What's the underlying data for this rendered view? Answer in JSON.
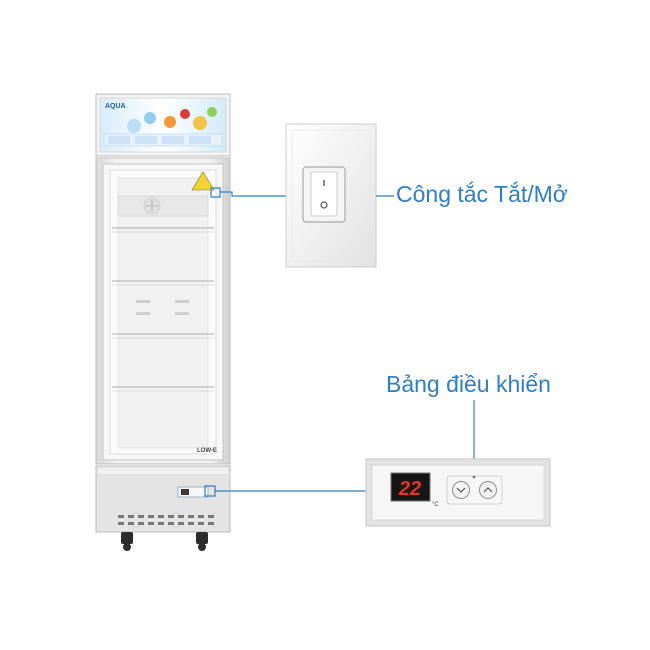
{
  "callouts": {
    "switch_label": "Công tắc Tắt/Mở",
    "panel_label": "Bảng điều khiển"
  },
  "fridge": {
    "brand": "AQUA",
    "glass_label": "LOW-E"
  },
  "control_panel": {
    "display_value": "22",
    "unit": "°C",
    "buttons": [
      "down",
      "up"
    ]
  },
  "colors": {
    "callout_blue": "#2f7fc4",
    "display_red": "#e8321f",
    "fridge_body": "#e9e9e9"
  }
}
